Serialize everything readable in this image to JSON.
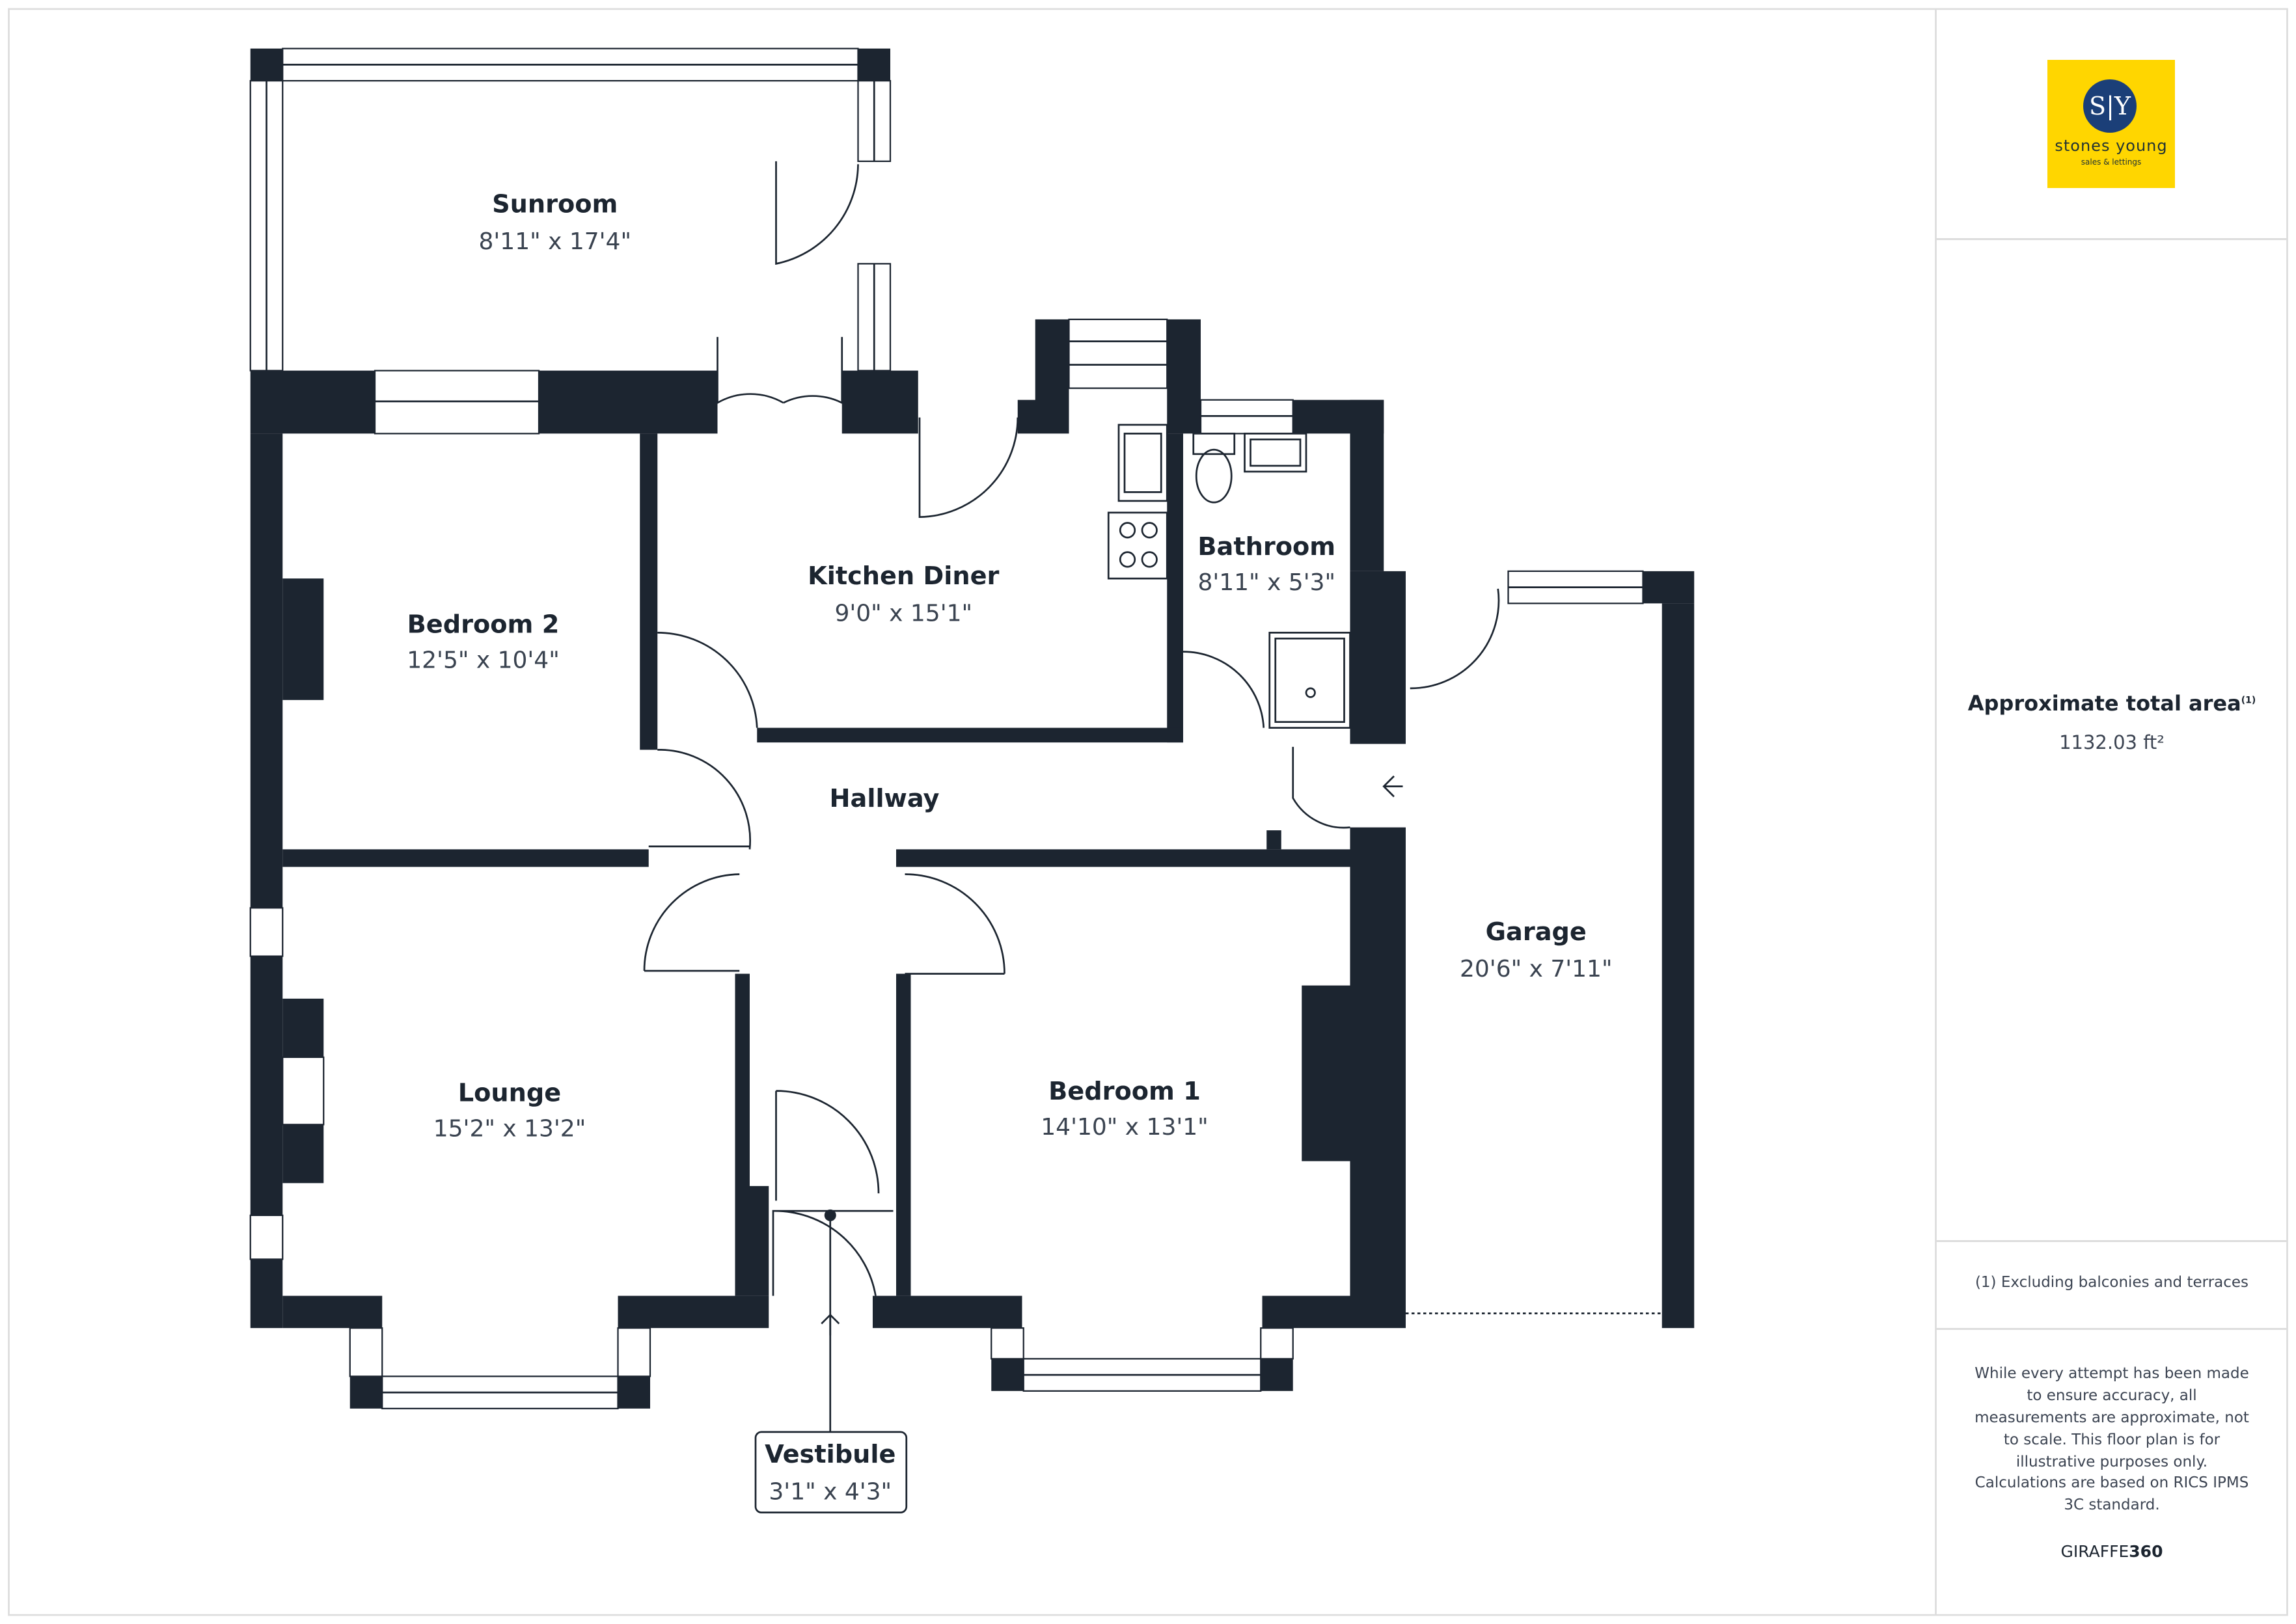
{
  "brand": {
    "logo_initials": "S|Y",
    "logo_name": "stones young",
    "logo_tagline": "sales & lettings",
    "colors": {
      "logo_bg": "#ffd600",
      "logo_circle": "#1b3f78",
      "walls": "#1c2530"
    }
  },
  "rooms": [
    {
      "name": "Sunroom",
      "dims": "8'11\" x 17'4\""
    },
    {
      "name": "Kitchen Diner",
      "dims": "9'0\" x 15'1\""
    },
    {
      "name": "Bathroom",
      "dims": "8'11\" x 5'3\""
    },
    {
      "name": "Bedroom 2",
      "dims": "12'5\" x 10'4\""
    },
    {
      "name": "Hallway",
      "dims": ""
    },
    {
      "name": "Garage",
      "dims": "20'6\" x 7'11\""
    },
    {
      "name": "Lounge",
      "dims": "15'2\" x 13'2\""
    },
    {
      "name": "Bedroom 1",
      "dims": "14'10\" x 13'1\""
    },
    {
      "name": "Vestibule",
      "dims": "3'1\" x 4'3\""
    }
  ],
  "sidebar": {
    "area_title": "Approximate total area",
    "area_sup": "(1)",
    "area_value": "1132.03 ft²",
    "footnote": "(1) Excluding balconies and terraces",
    "disclaimer": "While every attempt has been made to ensure accuracy, all measurements are approximate, not to scale. This floor plan is for illustrative purposes only.",
    "calc_note": "Calculations are based on RICS IPMS 3C standard.",
    "credit_a": "GIRAFFE",
    "credit_b": "360"
  }
}
